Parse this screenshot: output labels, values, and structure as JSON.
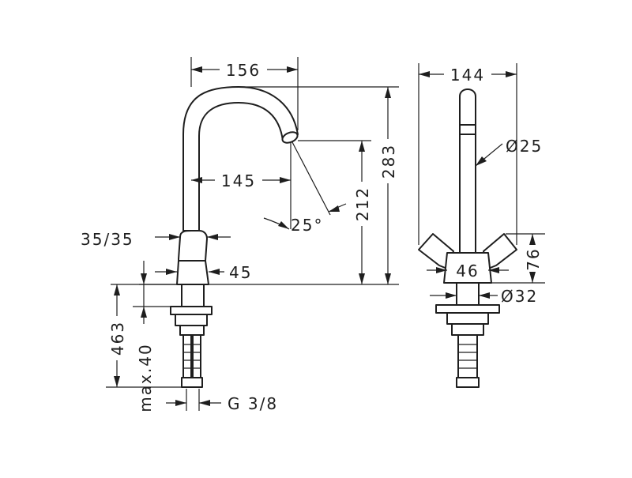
{
  "dimensions": {
    "front_width_top": "156",
    "spout_reach": "145",
    "handle_size": "35/35",
    "base_dia": "45",
    "total_height": "283",
    "spout_height": "212",
    "spout_angle": "25°",
    "below_deck": "463",
    "max_thickness": "max.40",
    "thread": "G 3/8",
    "side_width_top": "144",
    "pipe_dia": "Ø25",
    "handle_height": "76",
    "body_width": "46",
    "base_dia_side": "Ø32"
  },
  "colors": {
    "line": "#1e1e1e",
    "background": "#ffffff"
  }
}
